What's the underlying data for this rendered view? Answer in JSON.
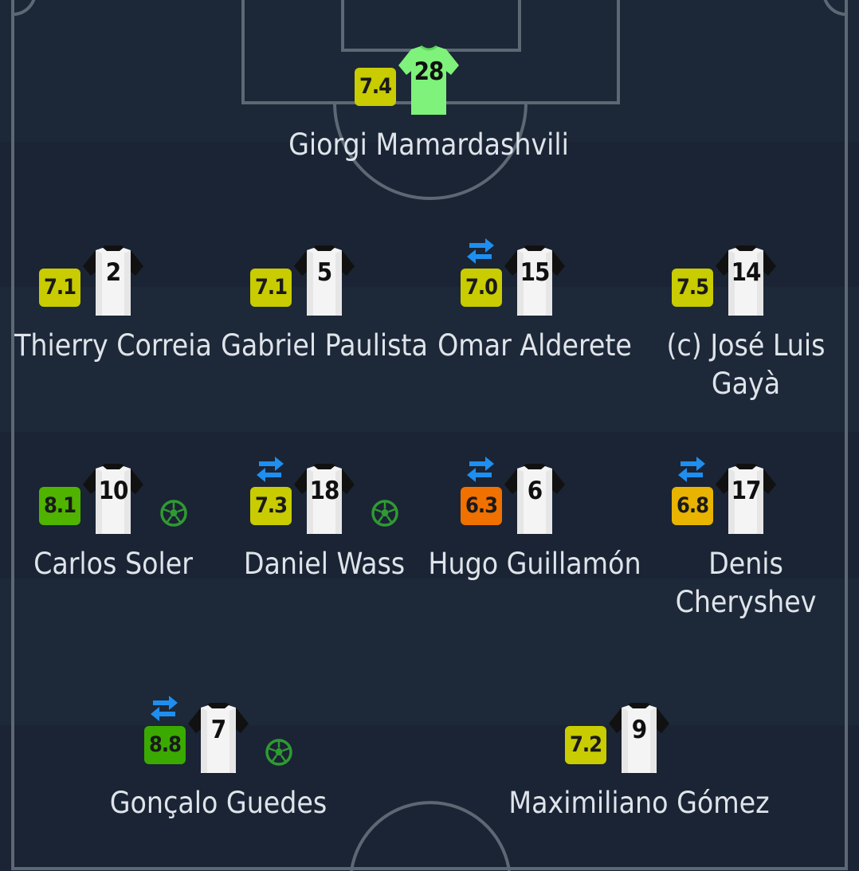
{
  "colors": {
    "rating_green_strong": "#3aaa00",
    "rating_green": "#4fb300",
    "rating_yellow_green": "#c8cc00",
    "rating_yellow": "#e8b400",
    "rating_orange": "#f07000",
    "keeper_shirt": "#7ef27a",
    "outfield_shirt": "#f4f4f4",
    "sub_arrow": "#1e8ff0",
    "goal_icon": "#2f9a32"
  },
  "players": [
    {
      "number": "28",
      "rating": "7.4",
      "name": "Giorgi Mamardashvili",
      "kit": "keeper",
      "sub": false,
      "goal": false
    },
    {
      "number": "2",
      "rating": "7.1",
      "name": "Thierry Correia",
      "kit": "outfield",
      "sub": false,
      "goal": false
    },
    {
      "number": "5",
      "rating": "7.1",
      "name": "Gabriel Paulista",
      "kit": "outfield",
      "sub": false,
      "goal": false
    },
    {
      "number": "15",
      "rating": "7.0",
      "name": "Omar Alderete",
      "kit": "outfield",
      "sub": true,
      "goal": false
    },
    {
      "number": "14",
      "rating": "7.5",
      "name": "(c) José Luis Gayà",
      "kit": "outfield",
      "sub": false,
      "goal": false
    },
    {
      "number": "10",
      "rating": "8.1",
      "name": "Carlos Soler",
      "kit": "outfield",
      "sub": false,
      "goal": true
    },
    {
      "number": "18",
      "rating": "7.3",
      "name": "Daniel Wass",
      "kit": "outfield",
      "sub": true,
      "goal": true
    },
    {
      "number": "6",
      "rating": "6.3",
      "name": "Hugo Guillamón",
      "kit": "outfield",
      "sub": true,
      "goal": false
    },
    {
      "number": "17",
      "rating": "6.8",
      "name": "Denis Cheryshev",
      "kit": "outfield",
      "sub": true,
      "goal": false
    },
    {
      "number": "7",
      "rating": "8.8",
      "name": "Gonçalo Guedes",
      "kit": "outfield",
      "sub": true,
      "goal": true
    },
    {
      "number": "9",
      "rating": "7.2",
      "name": "Maximiliano Gómez",
      "kit": "outfield",
      "sub": false,
      "goal": false
    }
  ]
}
